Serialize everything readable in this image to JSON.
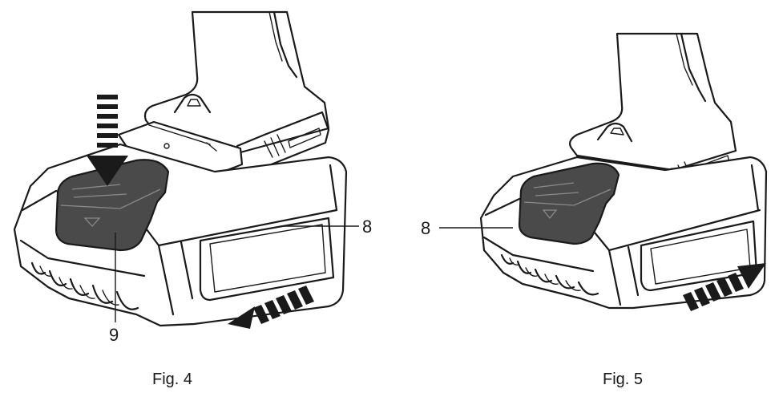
{
  "figures": [
    {
      "caption": "Fig. 4",
      "callouts": [
        {
          "text": "8"
        },
        {
          "text": "9"
        }
      ],
      "icons": [
        "arrow-down-icon",
        "arrow-left-icon"
      ]
    },
    {
      "caption": "Fig. 5",
      "callouts": [
        {
          "text": "8"
        }
      ],
      "icons": [
        "arrow-right-icon"
      ]
    }
  ],
  "colors": {
    "line": "#1a1a1a",
    "button": "#4a4a4a"
  }
}
